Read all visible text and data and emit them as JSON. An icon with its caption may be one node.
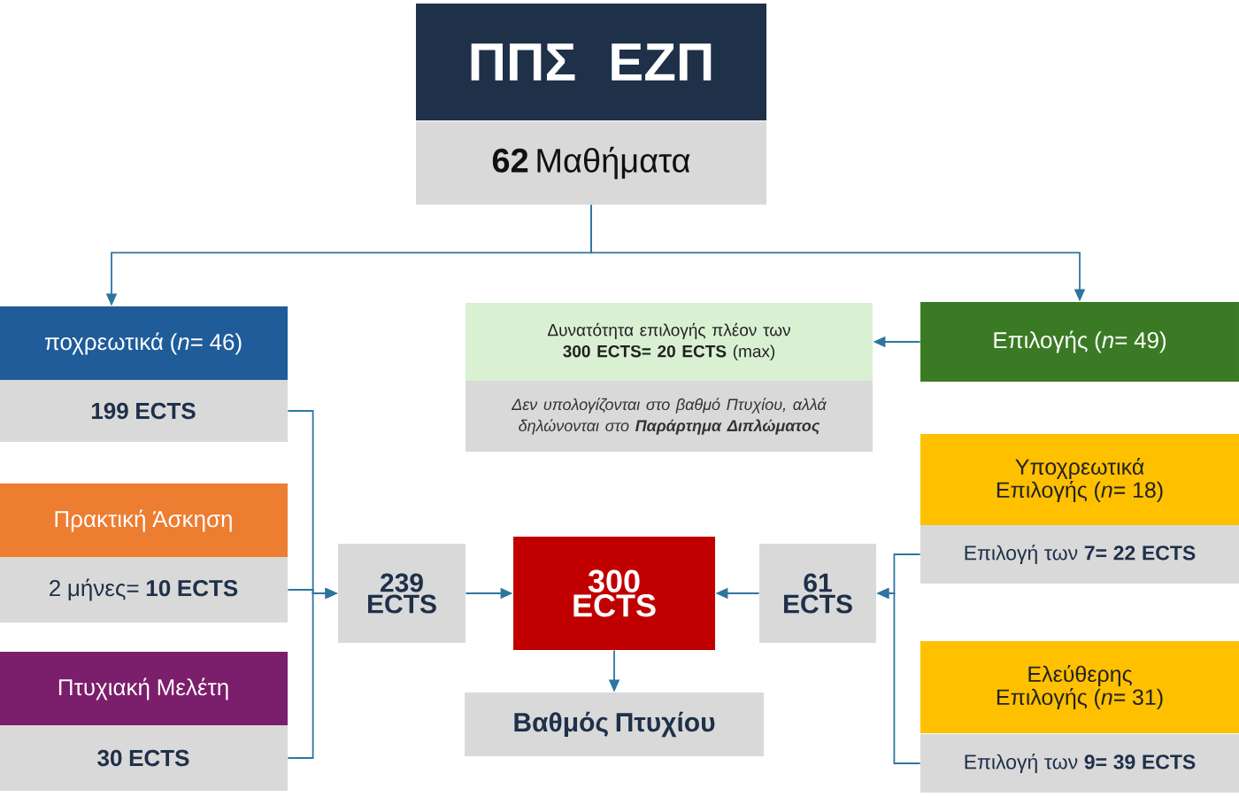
{
  "diagram": {
    "nodes": [
      {
        "text": [
          "ΠΠΣ ΕΖΠ"
        ]
      },
      {
        "text": [
          "**62** Μαθήματα"
        ]
      },
      {
        "text": [
          "ποχρεωτικά (*n*= 46)"
        ]
      },
      {
        "text": [
          "199 ECTS"
        ]
      },
      {
        "text": [
          "Πρακτική Άσκηση"
        ]
      },
      {
        "text": [
          "2 μήνες= **10 ECTS**"
        ]
      },
      {
        "text": [
          "Πτυχιακή Μελέτη"
        ]
      },
      {
        "text": [
          "30 ECTS"
        ]
      },
      {
        "text": [
          "239 ECTS"
        ]
      },
      {
        "text": [
          "300 ECTS"
        ]
      },
      {
        "text": [
          "Βαθμός Πτυχίου"
        ]
      },
      {
        "text": [
          "61 ECTS"
        ]
      },
      {
        "text": [
          "Επιλογής (*n*= 49)"
        ]
      },
      {
        "text": [
          "Δυνατότητα επιλογής πλέον των **300 ECTS= 20 ECTS** (max)"
        ]
      },
      {
        "text": [
          "Δεν υπολογίζονται στο βαθμό Πτυχίου, αλλά δηλώνονται στο **Παράρτημα Διπλώματος**"
        ]
      },
      {
        "text": [
          "Υποχρεωτικά Επιλογής (*n*= 18)"
        ]
      },
      {
        "text": [
          "Επιλογή των **7= 22 ECTS**"
        ]
      },
      {
        "text": [
          "Ελεύθερης Επιλογής (*n*= 31)"
        ]
      },
      {
        "text": [
          "Επιλογή των **9= 39 ECTS**"
        ]
      }
    ],
    "edges": [
      {
        "from": 1,
        "to": 2,
        "arrow": "to"
      },
      {
        "from": 1,
        "to": 12,
        "arrow": "to"
      },
      {
        "from": 3,
        "to": 8,
        "arrow": "to"
      },
      {
        "from": 5,
        "to": 8,
        "arrow": "to"
      },
      {
        "from": 7,
        "to": 8,
        "arrow": "to"
      },
      {
        "from": 8,
        "to": 9,
        "arrow": "to"
      },
      {
        "from": 11,
        "to": 9,
        "arrow": "to"
      },
      {
        "from": 9,
        "to": 10,
        "arrow": "to"
      },
      {
        "from": 12,
        "to": 13,
        "arrow": "to"
      },
      {
        "from": 16,
        "to": 11,
        "arrow": "to"
      },
      {
        "from": 18,
        "to": 11,
        "arrow": "to"
      }
    ]
  }
}
